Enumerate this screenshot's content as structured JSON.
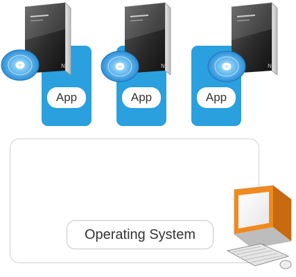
{
  "apps": [
    {
      "label": "App"
    },
    {
      "label": "App"
    },
    {
      "label": "App"
    }
  ],
  "os": {
    "label": "Operating System"
  },
  "icons": {
    "software_box": "software-box-icon",
    "disc": "disc-icon",
    "computer": "computer-icon"
  },
  "colors": {
    "app_block": "#2aa0de",
    "monitor_frame": "#f08a1e",
    "disc": "#3da6e8"
  }
}
